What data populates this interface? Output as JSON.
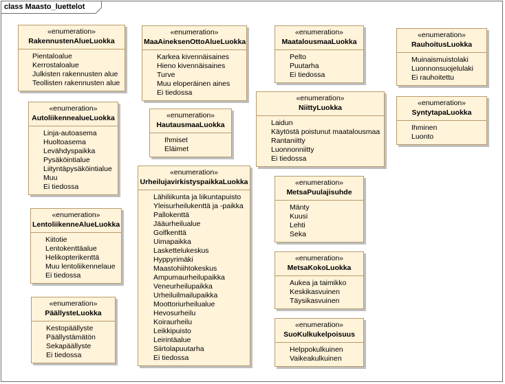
{
  "diagram": {
    "title": "class Maasto_luettelot",
    "stereotype": "«enumeration»",
    "classes": [
      {
        "name": "RakennustenAlueLuokka",
        "literals": [
          "Pientaloalue",
          "Kerrostaloalue",
          "Julkisten rakennusten alue",
          "Teollisten rakennusten alue"
        ]
      },
      {
        "name": "AutoliikennealueLuokka",
        "literals": [
          "Linja-autoasema",
          "Huoltoasema",
          "Levähdyspaikka",
          "Pysäköintialue",
          "Liityntäpysäköintialue",
          "Muu",
          "Ei tiedossa"
        ]
      },
      {
        "name": "LentoliikenneAlueLuokka",
        "literals": [
          "Kiitotie",
          "Lentokenttäalue",
          "Helikopterikenttä",
          "Muu lentoliikennelaue",
          "Ei tiedossa"
        ]
      },
      {
        "name": "PäällysteLuokka",
        "literals": [
          "Kestopäällyste",
          "Päällystämätön",
          "Sekapäällyste",
          "Ei tiedossa"
        ]
      },
      {
        "name": "MaaAineksenOttoAlueLuokka",
        "literals": [
          "Karkea kivennäisaines",
          "Hieno kivennäisaines",
          "Turve",
          "Muu eloperäinen aines",
          "Ei tiedossa"
        ]
      },
      {
        "name": "HautausmaaLuokka",
        "literals": [
          "Ihmiset",
          "Eläimet"
        ]
      },
      {
        "name": "UrheilujavirkistyspaikkaLuokka",
        "literals": [
          "Lähiliikunta ja liikuntapuisto",
          "Yleisurheilukenttä ja -paikka",
          "Pallokenttä",
          "Jääurheilualue",
          "Golfkenttä",
          "Uimapaikka",
          "Laskettelukeskus",
          "Hyppyrimäki",
          "Maastohiihtokeskus",
          "Ampumaurheilupaikka",
          "Veneurheilupaikka",
          "Urheiluilmailupaikka",
          "Moottoriurheilualue",
          "Hevosurheilu",
          "Koiraurheilu",
          "Leikkipuisto",
          "Leirintäalue",
          "Siirtolapuutarha",
          "Ei tiedossa"
        ]
      },
      {
        "name": "MaatalousmaaLuokka",
        "literals": [
          "Pelto",
          "Puutarha",
          "Ei tiedossa"
        ]
      },
      {
        "name": "NiittyLuokka",
        "literals": [
          "Laidun",
          "Käytöstä poistunut maatalousmaa",
          "Rantaniitty",
          "Luonnonniitty",
          "Ei tiedossa"
        ]
      },
      {
        "name": "MetsaPuulajisuhde",
        "literals": [
          "Mänty",
          "Kuusi",
          "Lehti",
          "Seka"
        ]
      },
      {
        "name": "MetsaKokoLuokka",
        "literals": [
          "Aukea ja taimikko",
          "Keskikasvuinen",
          "Täysikasvuinen"
        ]
      },
      {
        "name": "SuoKulkukelpoisuus",
        "literals": [
          "Helppokulkuinen",
          "Vaikeakulkuinen"
        ]
      },
      {
        "name": "RauhoitusLuokka",
        "literals": [
          "Muinaismuistolaki",
          "Luonnonsuojelulaki",
          "Ei rauhoitettu"
        ]
      },
      {
        "name": "SyntytapaLuokka",
        "literals": [
          "Ihminen",
          "Luonto"
        ]
      }
    ]
  }
}
